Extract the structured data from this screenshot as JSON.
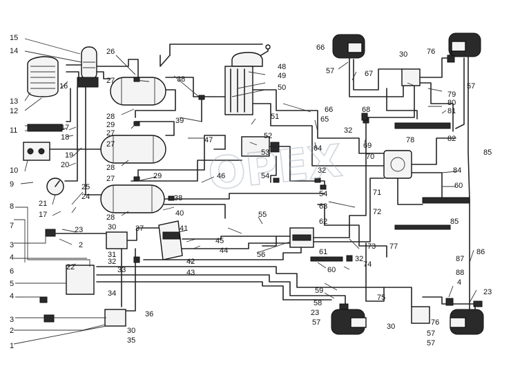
{
  "diagram": {
    "watermark": "OPEX",
    "callouts": {
      "c15": "15",
      "c14": "14",
      "c13": "13",
      "c12": "12",
      "c16": "16",
      "c11": "11",
      "c17a": "17",
      "c18": "18",
      "c10": "10",
      "c19": "19",
      "c20": "20",
      "c9": "9",
      "c21": "21",
      "c17b": "17",
      "c8": "8",
      "c7": "7",
      "c3a": "3",
      "c4a": "4",
      "c6": "6",
      "c5": "5",
      "c4b": "4",
      "c3b": "3",
      "c2a": "2",
      "c1": "1",
      "c23a": "23",
      "c2b": "2",
      "c22": "22",
      "c25": "25",
      "c24": "24",
      "c26": "26",
      "c27a": "27",
      "c28a": "28",
      "c29a": "29",
      "c27b": "27",
      "c27c": "27",
      "c28b": "28",
      "c29b": "29",
      "c27d": "27",
      "c28c": "28",
      "c30a": "30",
      "c31": "31",
      "c32a": "32",
      "c33": "33",
      "c34": "34",
      "c36": "36",
      "c30b": "30",
      "c35": "35",
      "c37": "37",
      "c38a": "38",
      "c38b": "38",
      "c39": "39",
      "c40": "40",
      "c41": "41",
      "c42": "42",
      "c43": "43",
      "c44": "44",
      "c45": "45",
      "c46": "46",
      "c47": "47",
      "c48": "48",
      "c49": "49",
      "c50": "50",
      "c51": "51",
      "c52": "52",
      "c53": "53",
      "c54a": "54",
      "c54b": "54",
      "c55": "55",
      "c56": "56",
      "c57a": "57",
      "c57b": "57",
      "c57c": "57",
      "c57d": "57",
      "c58": "58",
      "c59": "59",
      "c60a": "60",
      "c60b": "60",
      "c61": "61",
      "c62": "62",
      "c63": "63",
      "c64": "64",
      "c65": "65",
      "c66a": "66",
      "c66b": "66",
      "c67": "67",
      "c68": "68",
      "c69": "69",
      "c70": "70",
      "c71": "71",
      "c72": "72",
      "c73": "73",
      "c74": "74",
      "c75": "75",
      "c76a": "76",
      "c76b": "76",
      "c77": "77",
      "c78": "78",
      "c79": "79",
      "c80": "80",
      "c81": "81",
      "c82": "82",
      "c84": "84",
      "c85": "85",
      "c85b": "85",
      "c86": "86",
      "c87": "87",
      "c88": "88",
      "c4c": "4",
      "c4d": "4",
      "c23b": "23",
      "c23c": "23",
      "c30c": "30",
      "c30d": "30",
      "c32b": "32",
      "c32c": "32",
      "c32d": "32",
      "c57e": "57"
    }
  }
}
